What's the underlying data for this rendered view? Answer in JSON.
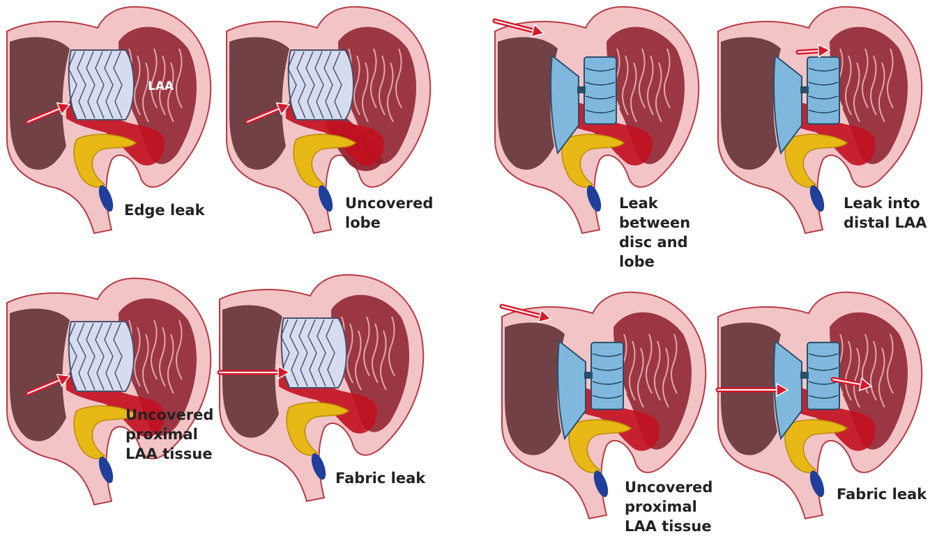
{
  "labels": {
    "laa": "LAA"
  },
  "captions": {
    "edge_leak": "Edge leak",
    "uncovered_lobe": "Uncovered\nlobe",
    "leak_between": "Leak between\ndisc and lobe",
    "leak_into": "Leak into\ndistal LAA",
    "uncovered_proximal_left": "Uncovered\nproximal\nLAA tissue",
    "fabric_leak_left": "Fabric leak",
    "uncovered_proximal_right": "Uncovered\nproximal\nLAA tissue",
    "fabric_leak_right": "Fabric leak"
  },
  "colors": {
    "tissue": "#f2c4c6",
    "tissue_edge": "#b83a44",
    "chamber": "#5a2a2e",
    "trabeculae": "#8c1f2b",
    "blood": "#c2101f",
    "fat": "#e8b816",
    "artery": "#1f3f9a",
    "plug_device": "#d6dcef",
    "disc_device": "#7fb8dc",
    "arrow": "#d8192b"
  },
  "icons": {
    "plug_device": "watchman-device-icon",
    "disc_device": "amulet-device-icon",
    "flow_arrow": "flow-arrow-icon"
  }
}
